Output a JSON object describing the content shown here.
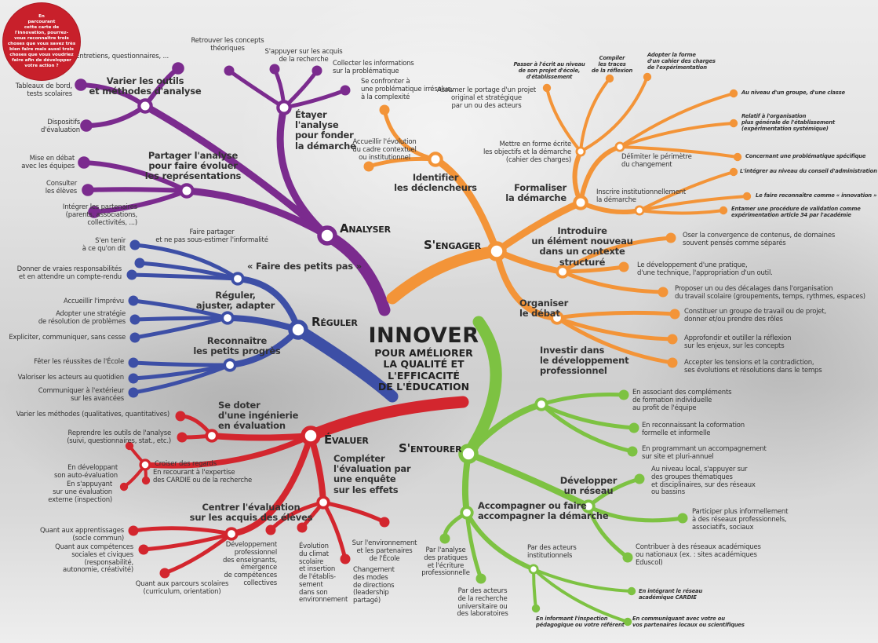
{
  "callout": "En\nparcourant\ncette carte de\nl'innovation, pourrez-\nvous reconnaître trois\nchoses que vous savez très\nbien faire mais aussi trois\nchoses que vous voudriez\nfaire afin de développer\nvotre action ?",
  "title": {
    "main": "INNOVER",
    "line1": "POUR AMÉLIORER",
    "line2": "LA QUALITÉ ET L'EFFICACITÉ",
    "line3": "DE L'ÉDUCATION"
  },
  "colors": {
    "analyser": "#7b2b8e",
    "reguler": "#3d4fa6",
    "evaluer": "#d3262e",
    "engager": "#f39438",
    "entourer": "#7dc242"
  },
  "branches": {
    "analyser": {
      "label": "Analyser",
      "subs": [
        {
          "label": "Varier les outils\net méthodes d'analyse",
          "leaves": [
            "Entretiens, questionnaires, ...",
            "Tableaux de bord,\ntests scolaires",
            "Dispositifs\nd'évaluation"
          ]
        },
        {
          "label": "Étayer\nl'analyse\npour fonder\nla démarche",
          "leaves": [
            "Retrouver les concepts\nthéoriques",
            "S'appuyer sur les acquis\nde la recherche",
            "Collecter les informations\nsur la problématique",
            "Se confronter à\nune problématique irrésolue,\nà la complexité"
          ]
        },
        {
          "label": "Partager l'analyse\npour faire évoluer\nles représentations",
          "leaves": [
            "Mise en débat\navec les équipes",
            "Consulter\nles élèves",
            "Intégrer les partenaires\n(parents, associations,\ncollectivités, ...)"
          ]
        }
      ]
    },
    "reguler": {
      "label": "Réguler",
      "subs": [
        {
          "label": "« Faire des petits pas »",
          "leaves": [
            "S'en tenir\nà ce qu'on dit",
            "Faire partager\net ne pas sous-estimer l'informalité",
            "Donner de vraies responsabilités\net en attendre un compte-rendu"
          ]
        },
        {
          "label": "Réguler,\najuster, adapter",
          "leaves": [
            "Accueillir l'imprévu",
            "Adopter une stratégie\nde résolution de problèmes",
            "Expliciter, communiquer, sans cesse"
          ]
        },
        {
          "label": "Reconnaître\nles petits progrès",
          "leaves": [
            "Fêter les réussites de l'École",
            "Valoriser les acteurs au quotidien",
            "Communiquer à l'extérieur\nsur les avancées"
          ]
        }
      ]
    },
    "evaluer": {
      "label": "Évaluer",
      "subs": [
        {
          "label": "Se doter\nd'une ingénierie\nen évaluation",
          "leaves": [
            "Varier les méthodes (qualitatives, quantitatives)",
            "Reprendre les outils de l'analyse\n(suivi, questionnaires, stat., etc.)"
          ]
        },
        {
          "label": "Croiser des regards",
          "leaves": [
            "En développant\nson auto-évaluation",
            "En s'appuyant\nsur une évaluation\nexterne (inspection)",
            "En recourant à l'expertise\ndes CARDIE ou de la recherche"
          ]
        },
        {
          "label": "Compléter\nl'évaluation par\nune enquête\nsur les effets",
          "leaves": [
            "Développement\nprofessionnel\ndes enseignants,\némergence\nde compétences\ncollectives",
            "Évolution\ndu climat\nscolaire\net insertion\nde l'établis-\nsement\ndans son\nenvironnement",
            "Sur l'environnement\net les partenaires\nde l'École",
            "Changement\ndes modes\nde directions\n(leadership\npartagé)"
          ]
        },
        {
          "label": "Centrer l'évaluation\nsur les acquis des élèves",
          "leaves": [
            "Quant aux apprentissages\n(socle commun)",
            "Quant aux compétences\nsociales et civiques\n(responsabilité,\nautonomie, créativité)",
            "Quant aux parcours scolaires\n(curriculum, orientation)"
          ]
        }
      ]
    },
    "engager": {
      "label": "S'engager",
      "subs": [
        {
          "label": "Identifier\nles déclencheurs",
          "leaves": [
            "Accueillir l'évolution\ndu cadre contextuel\nou institutionnel",
            "Assumer le portage d'un projet\noriginal et stratégique\npar un ou des acteurs"
          ]
        },
        {
          "label": "Formaliser\nla démarche",
          "children": [
            {
              "label": "Mettre en forme écrite\nles objectifs et la démarche\n(cahier des charges)",
              "leaves": [
                "Passer à l'écrit au niveau\nde son projet d'école,\nd'établissement",
                "Compiler\nles traces\nde la réflexion",
                "Adopter la forme\nd'un cahier des charges\nde l'expérimentation"
              ]
            },
            {
              "label": "Délimiter le périmètre\ndu changement",
              "leaves": [
                "Au niveau d'un groupe, d'une classe",
                "Relatif à l'organisation\nplus générale de l'établissement\n(expérimentation systémique)",
                "Concernant une problématique spécifique"
              ]
            },
            {
              "label": "Inscrire institutionnellement\nla démarche",
              "leaves": [
                "L'intégrer au niveau du conseil d'administration",
                "Le faire reconnaître comme « innovation »",
                "Entamer une procédure de validation comme\nexpérimentation article 34 par l'académie"
              ]
            }
          ]
        },
        {
          "label": "Introduire\nun élément nouveau\ndans un contexte\nstructuré",
          "leaves": [
            "Oser la convergence de contenus, de domaines\nsouvent pensés comme séparés",
            "Le développement d'une pratique,\nd'une technique, l'appropriation d'un outil.",
            "Proposer un ou des décalages dans l'organisation\ndu travail scolaire (groupements, temps, rythmes, espaces)"
          ]
        },
        {
          "label": "Organiser\nle débat",
          "leaves": [
            "Constituer un groupe de travail ou de projet,\ndonner et/ou prendre des rôles",
            "Approfondir et outiller la réflexion\nsur les enjeux, sur les concepts",
            "Accepter les tensions et la contradiction,\nses évolutions et résolutions dans le temps"
          ]
        }
      ]
    },
    "entourer": {
      "label": "S'entourer",
      "subs": [
        {
          "label": "Investir dans\nle développement\nprofessionnel",
          "leaves": [
            "En associant des compléments\nde formation individuelle\nau profit de l'équipe",
            "En reconnaissant la coformation\nformelle et informelle",
            "En programmant un accompagnement\nsur site et pluri-annuel"
          ]
        },
        {
          "label": "Développer\nun réseau",
          "leaves": [
            "Au niveau local, s'appuyer sur\ndes groupes thématiques\net disciplinaires, sur des réseaux\nou bassins",
            "Participer plus informellement\nà des réseaux professionnels,\nassociatifs, sociaux",
            "Contribuer à des réseaux académiques\nou nationaux (ex. : sites académiques\nEduscol)"
          ]
        },
        {
          "label": "Accompagner ou faire\naccompagner la démarche",
          "leaves": [
            "Par l'analyse\ndes pratiques\net l'écriture\nprofessionnelle",
            "Par des acteurs\nde la recherche\nuniversitaire ou\ndes laboratoires"
          ],
          "children": [
            {
              "label": "Par des acteurs\ninstitutionnels",
              "leaves": [
                "En intégrant le réseau\nacadémique CARDIE",
                "En informant l'inspection\npédagogique ou votre référent",
                "En communiquant avec votre ou\nvos partenaires locaux ou scientifiques"
              ]
            }
          ]
        }
      ]
    }
  }
}
